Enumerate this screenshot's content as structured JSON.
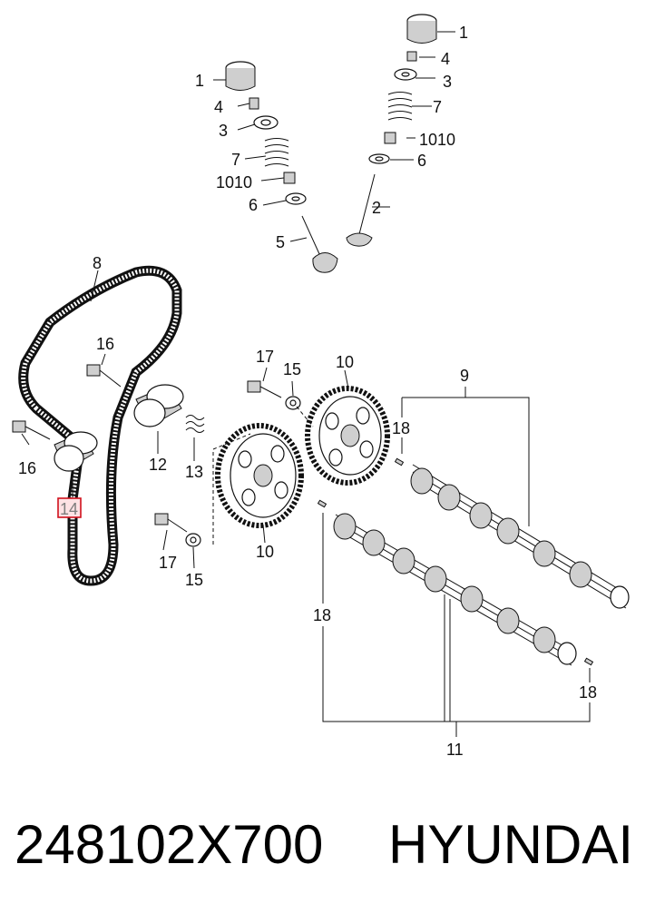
{
  "callouts": {
    "c1a": "1",
    "c1b": "1",
    "c2": "2",
    "c3a": "3",
    "c3b": "3",
    "c4a": "4",
    "c4b": "4",
    "c5": "5",
    "c6a": "6",
    "c6b": "6",
    "c7a": "7",
    "c7b": "7",
    "c8": "8",
    "c9": "9",
    "c10a": "10",
    "c10b": "10",
    "c1010a": "1010",
    "c1010b": "1010",
    "c11": "11",
    "c12": "12",
    "c13": "13",
    "c14": "14",
    "c15a": "15",
    "c15b": "15",
    "c16a": "16",
    "c16b": "16",
    "c17a": "17",
    "c17b": "17",
    "c18a": "18",
    "c18b": "18",
    "c18c": "18"
  },
  "highlighted_part": "14",
  "highlight_color": "#d0101c",
  "footer": {
    "part_number": "248102X700",
    "brand": "HYUNDAI"
  }
}
